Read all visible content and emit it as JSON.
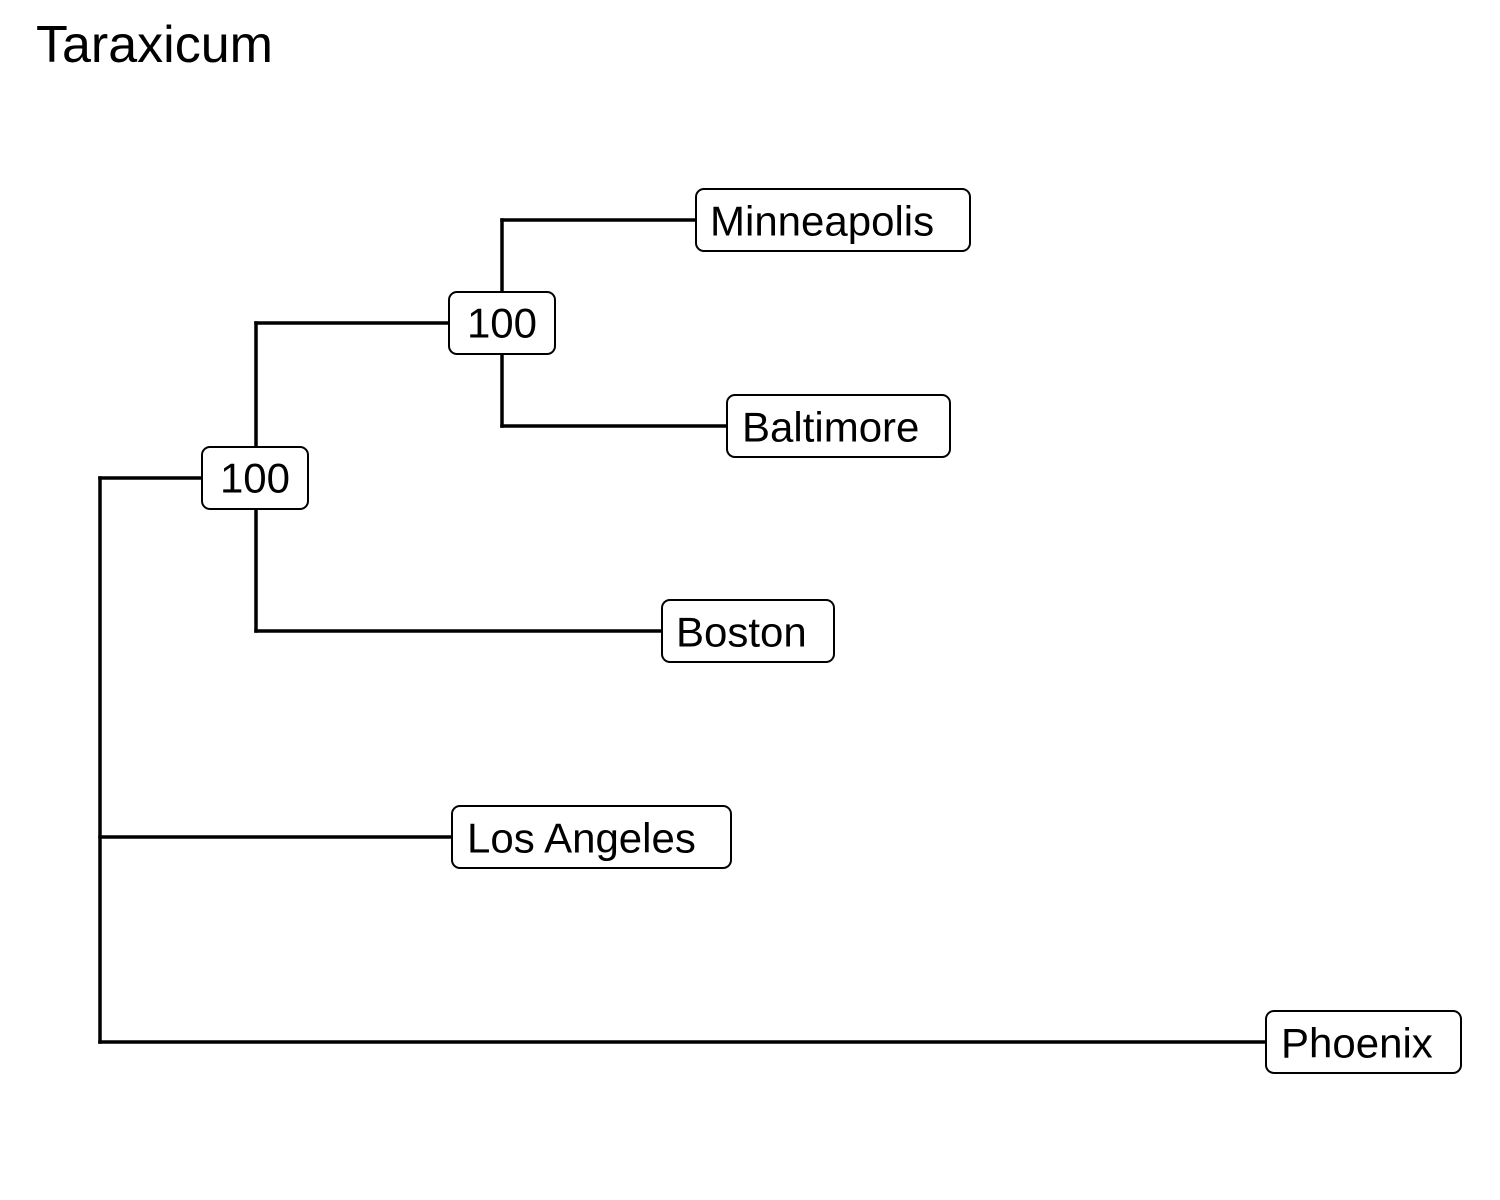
{
  "title": "Taraxicum",
  "tree": {
    "support_values": [
      "100",
      "100"
    ],
    "tips": [
      "Minneapolis",
      "Baltimore",
      "Boston",
      "Los Angeles",
      "Phoenix"
    ],
    "topology": "(((Minneapolis,Baltimore)100,Boston)100,Los Angeles,Phoenix)"
  },
  "colors": {
    "line": "#000000",
    "label_background": "#ffffff"
  }
}
